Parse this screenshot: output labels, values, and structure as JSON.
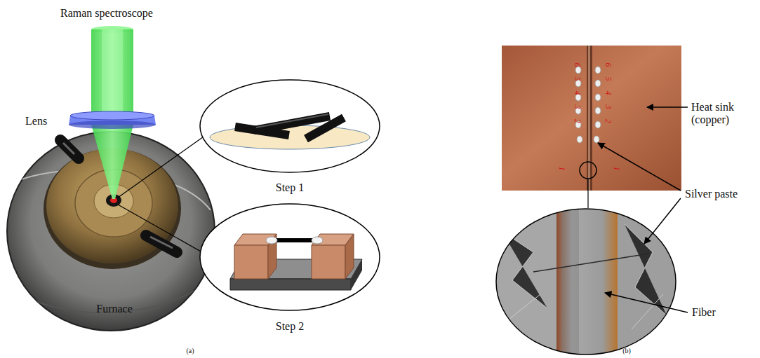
{
  "diagram": {
    "labels": [
      "Raman spectroscope",
      "Lens",
      "Step 1",
      "Step 2",
      "Furnace",
      "(a)",
      "Heat sink (copper)",
      "Silver paste",
      "Fiber",
      "(b)",
      "6",
      "5",
      "4",
      "3",
      "2",
      "1",
      "6",
      "5",
      "4",
      "3",
      "2",
      "1"
    ]
  }
}
